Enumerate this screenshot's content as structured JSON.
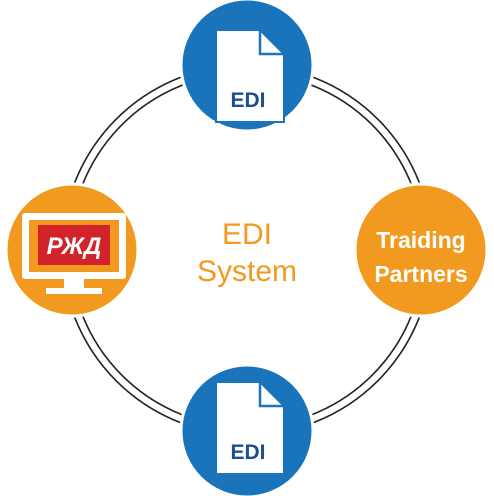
{
  "center": {
    "line1": "EDI",
    "line2": "System"
  },
  "top_node": {
    "doc_label": "EDI",
    "icon": "document-icon"
  },
  "bottom_node": {
    "doc_label": "EDI",
    "icon": "document-icon"
  },
  "left_node": {
    "icon": "computer-monitor-icon",
    "logo_text": "РЖД"
  },
  "right_node": {
    "line1": "Traiding",
    "line2": "Partners"
  },
  "colors": {
    "blue": "#1a74bb",
    "orange": "#f29a1f",
    "doc_fill": "#ffffff",
    "doc_text": "#1f4e8c",
    "logo_red": "#d2232a",
    "ring": "#222222"
  }
}
